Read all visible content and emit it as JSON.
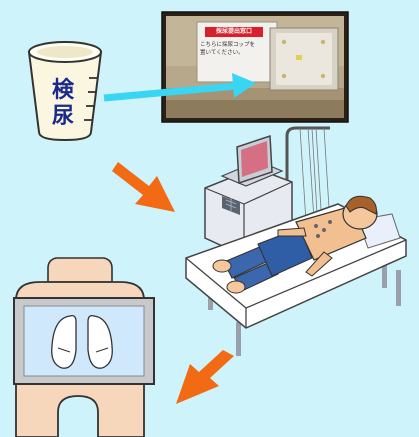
{
  "urine_cup": {
    "label_line1": "検",
    "label_line2": "尿"
  },
  "collection_window_sign": {
    "title": "採尿提出窓口",
    "line1": "こちらに採尿コップを",
    "line2": "置いてください。"
  },
  "colors": {
    "background": "#cff3fb",
    "arrow_cyan": "#38d6f2",
    "arrow_orange": "#f26a13",
    "sign_red": "#d81f2a"
  },
  "icons": [
    "urine-cup-icon",
    "ecg-machine-icon",
    "patient-icon",
    "chest-xray-icon",
    "arrow-icon"
  ]
}
